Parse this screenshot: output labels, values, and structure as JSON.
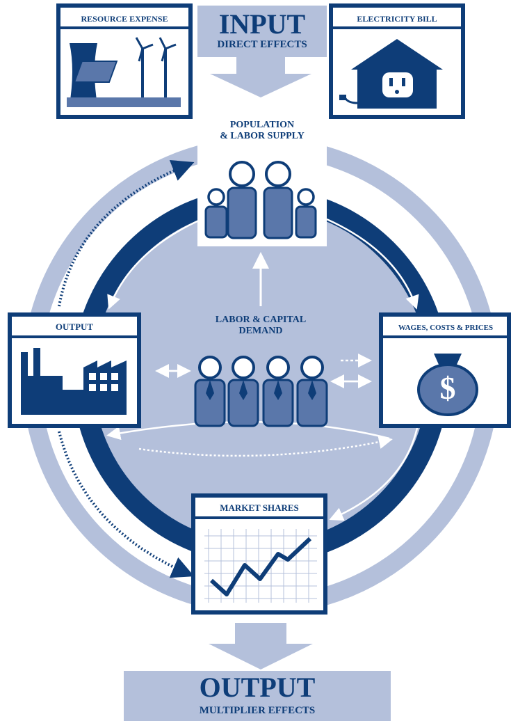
{
  "input": {
    "title": "INPUT",
    "subtitle": "DIRECT EFFECTS"
  },
  "output_bottom": {
    "title": "OUTPUT",
    "subtitle": "MULTIPLIER EFFECTS"
  },
  "boxes": {
    "resource_expense": "RESOURCE EXPENSE",
    "electricity_bill": "ELECTRICITY BILL",
    "population": "POPULATION\n& LABOR SUPPLY",
    "output": "OUTPUT",
    "wages": "WAGES, COSTS & PRICES",
    "market_shares": "MARKET SHARES"
  },
  "center_label": "LABOR & CAPITAL\nDEMAND",
  "colors": {
    "navy": "#0e3d78",
    "light_blue": "#b4c0db",
    "mid_blue": "#5a77aa",
    "white": "#ffffff"
  },
  "icons": [
    "power-plant-icon",
    "house-outlet-icon",
    "family-icon",
    "factory-icon",
    "workers-icon",
    "money-bag-icon",
    "line-chart-icon"
  ]
}
